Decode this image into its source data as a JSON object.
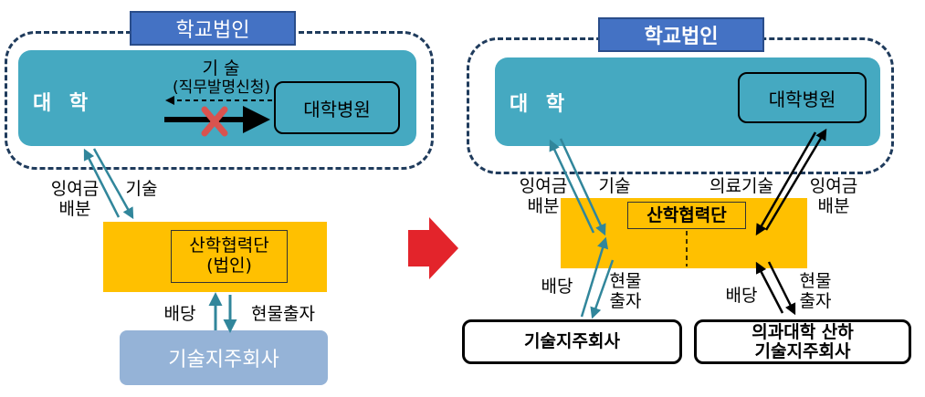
{
  "left": {
    "corporation": "학교법인",
    "university": "대 학",
    "hospital": "대학병원",
    "tech_label_1": "기 술",
    "tech_label_2": "(직무발명신청)",
    "surplus_label_1": "잉여금",
    "surplus_label_2": "배분",
    "tech_arrow_label": "기술",
    "industry_foundation_1": "산학협력단",
    "industry_foundation_2": "(법인)",
    "dividend_label": "배당",
    "inkind_label": "현물출자",
    "holding_company": "기술지주회사"
  },
  "right": {
    "corporation": "학교법인",
    "university": "대 학",
    "hospital": "대학병원",
    "surplus_label_1": "잉여금",
    "surplus_label_2": "배분",
    "tech_label": "기술",
    "medical_tech_label": "의료기술",
    "surplus_right_1": "잉여금",
    "surplus_right_2": "배분",
    "industry_foundation": "산학협력단",
    "dividend_left": "배당",
    "inkind_left_1": "현물",
    "inkind_left_2": "출자",
    "dividend_right": "배당",
    "inkind_right_1": "현물",
    "inkind_right_2": "출자",
    "holding_company": "기술지주회사",
    "medical_holding_1": "의과대학 산하",
    "medical_holding_2": "기술지주회사"
  },
  "colors": {
    "title_blue": "#4472c4",
    "university_teal": "#45a9c1",
    "foundation_orange": "#ffc000",
    "holding_light_blue": "#95b3d7",
    "arrow_teal": "#31869b",
    "transition_arrow_red": "#e3242b",
    "cross_red": "#d9534f"
  }
}
